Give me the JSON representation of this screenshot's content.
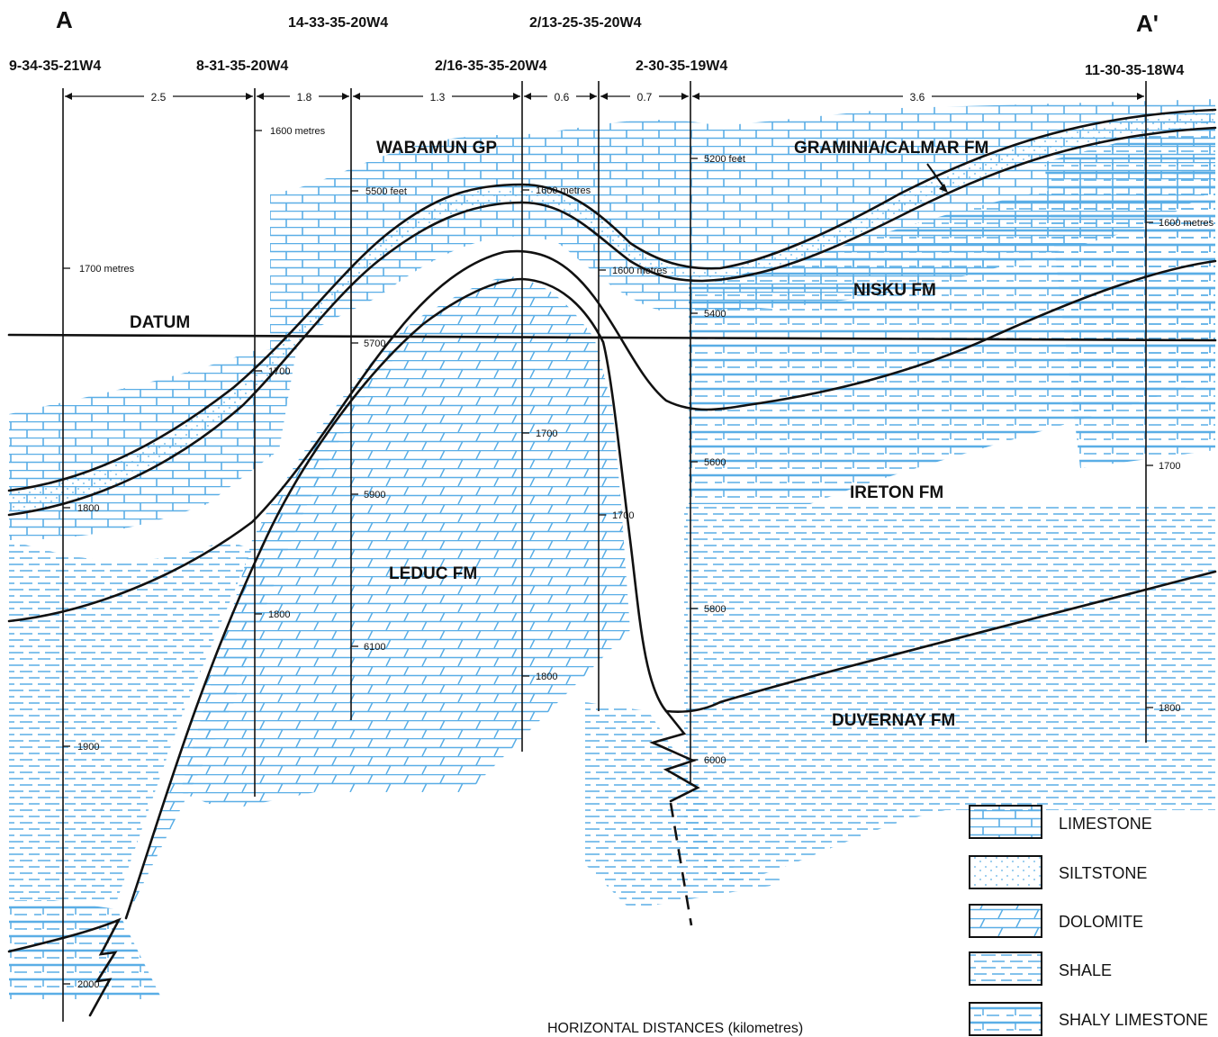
{
  "section": {
    "start_label": "A",
    "end_label": "A'",
    "datum_label": "DATUM",
    "footer": "HORIZONTAL DISTANCES (kilometres)"
  },
  "wells": [
    {
      "id": "9-34-35-21W4"
    },
    {
      "id": "8-31-35-20W4"
    },
    {
      "id": "14-33-35-20W4"
    },
    {
      "id": "2/16-35-35-20W4"
    },
    {
      "id": "2/13-25-35-20W4"
    },
    {
      "id": "2-30-35-19W4"
    },
    {
      "id": "11-30-35-18W4"
    }
  ],
  "distances": [
    "2.5",
    "1.8",
    "1.3",
    "0.6",
    "0.7",
    "3.6"
  ],
  "depth_marks": {
    "w1": [
      "1700 metres",
      "1800",
      "1900",
      "2000"
    ],
    "w2": [
      "1600 metres",
      "1700",
      "1800"
    ],
    "w3": [
      "5500 feet",
      "5700",
      "5900",
      "6100"
    ],
    "w4": [
      "1600 metres",
      "1700",
      "1800"
    ],
    "w5": [
      "1600 metres",
      "1700"
    ],
    "w6": [
      "5200 feet",
      "5400",
      "5600",
      "5800",
      "6000"
    ],
    "w7": [
      "1600 metres",
      "1700",
      "1800"
    ]
  },
  "formations": {
    "wabamun": "WABAMUN GP",
    "graminia": "GRAMINIA/CALMAR FM",
    "nisku": "NISKU FM",
    "ireton": "IRETON FM",
    "leduc": "LEDUC FM",
    "duvernay": "DUVERNAY FM"
  },
  "legend": [
    {
      "label": "LIMESTONE",
      "pattern": "limestone"
    },
    {
      "label": "SILTSTONE",
      "pattern": "siltstone"
    },
    {
      "label": "DOLOMITE",
      "pattern": "dolomite"
    },
    {
      "label": "SHALE",
      "pattern": "shale"
    },
    {
      "label": "SHALY LIMESTONE",
      "pattern": "shaly-limestone"
    }
  ],
  "colors": {
    "pattern": "#5aaee6",
    "line": "#111111"
  }
}
